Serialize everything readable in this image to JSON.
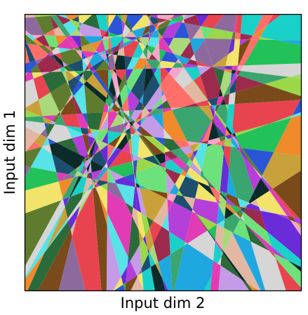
{
  "chart_data": {
    "type": "heatmap",
    "title": "",
    "xlabel": "Input dim 2",
    "ylabel": "Input dim 1",
    "grid": false,
    "legend": "none",
    "colors": {
      "frame": "#000000",
      "palette": [
        "#e8444f",
        "#f08a2b",
        "#f2e46a",
        "#9ad84a",
        "#23c15a",
        "#19d1c9",
        "#1fa7e0",
        "#2a55d6",
        "#6a2bd8",
        "#b43fd9",
        "#e23bb6",
        "#9b2a4d",
        "#2b6b3a",
        "#1d4e6e",
        "#7a4a1a",
        "#a9d97a",
        "#57e3e8",
        "#f6a6c9",
        "#c49be6",
        "#5f7c2e",
        "#d6d6d6",
        "#3aa56e",
        "#e2b7a4",
        "#8d6a9e",
        "#ff6f69",
        "#6ee27a",
        "#c9a13a",
        "#0b2a2a"
      ]
    }
  }
}
